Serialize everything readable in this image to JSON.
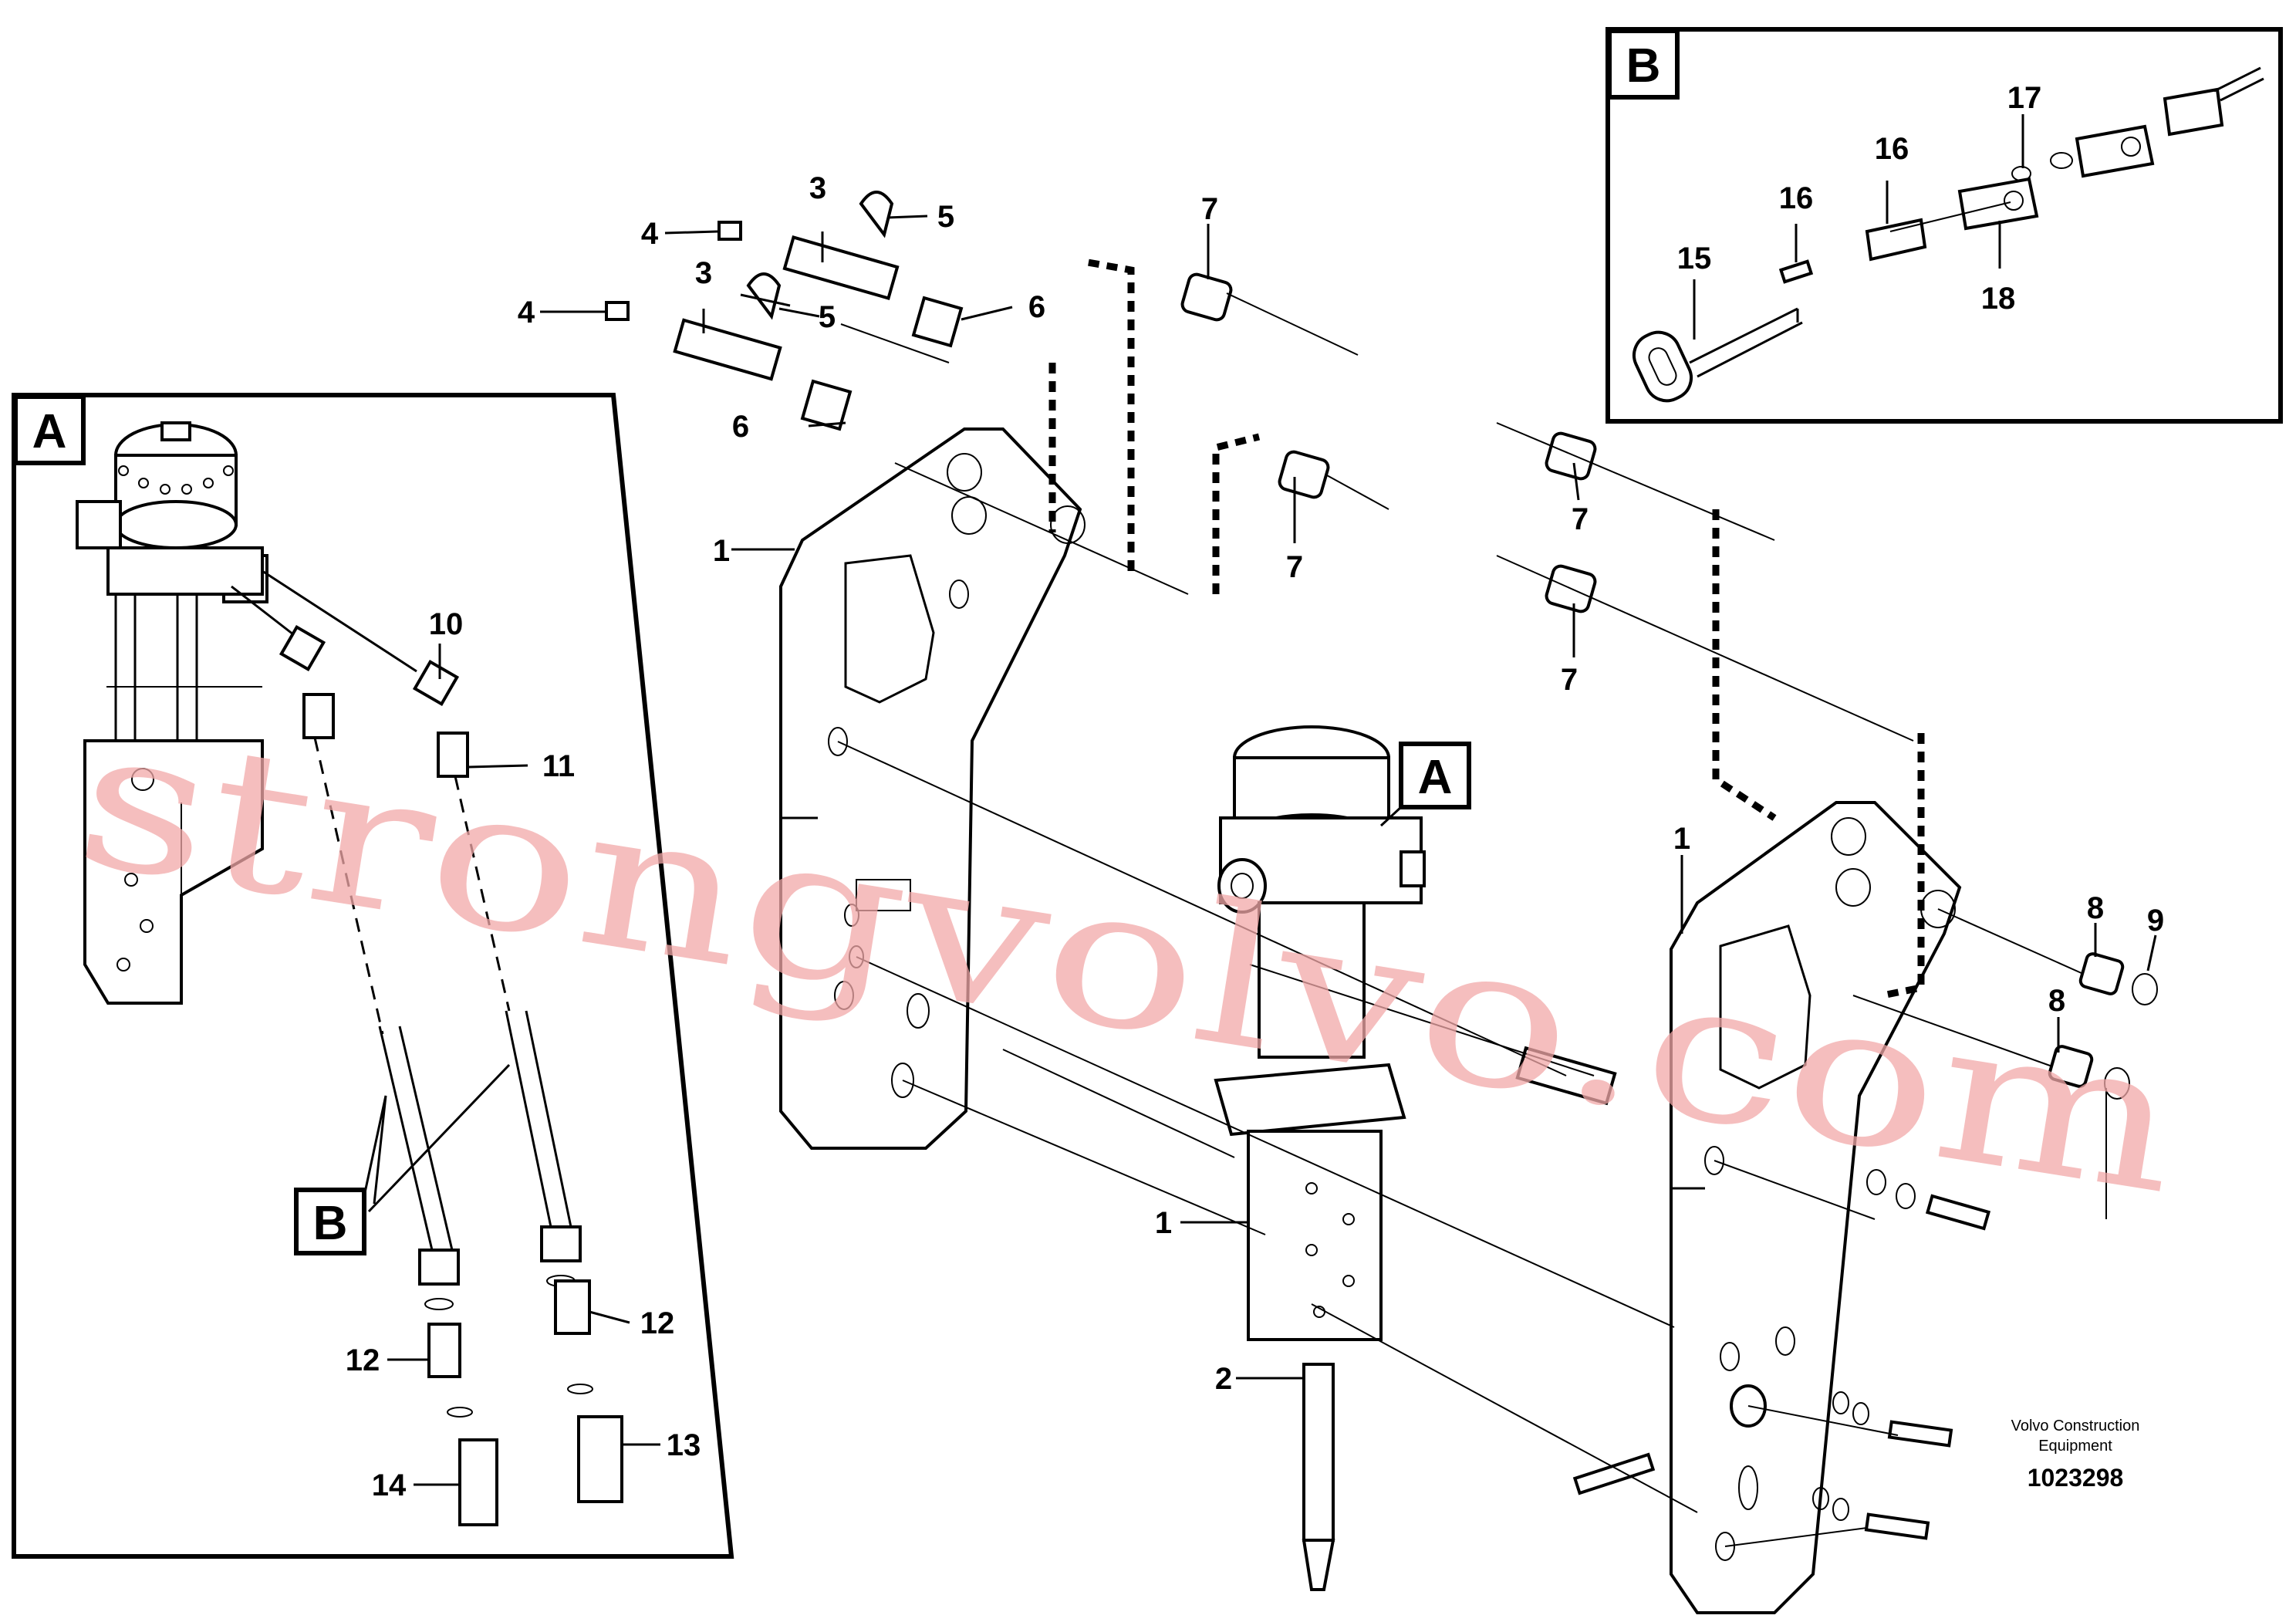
{
  "diagram": {
    "callouts": {
      "c1_left": "1",
      "c1_center": "1",
      "c1_right": "1",
      "c2": "2",
      "c3_upper": "3",
      "c3_lower": "3",
      "c4_upper": "4",
      "c4_lower": "4",
      "c5_upper": "5",
      "c5_lower": "5",
      "c6_upper": "6",
      "c6_lower": "6",
      "c7_top": "7",
      "c7_mid": "7",
      "c7_right_a": "7",
      "c7_right_b": "7",
      "c8_upper": "8",
      "c8_lower": "8",
      "c9": "9",
      "c10": "10",
      "c11": "11",
      "c12_left": "12",
      "c12_right": "12",
      "c13": "13",
      "c14": "14",
      "c15": "15",
      "c16_upper": "16",
      "c16_lower": "16",
      "c17": "17",
      "c18": "18"
    },
    "boxes": {
      "detail_a_label": "A",
      "detail_b_label": "B",
      "ref_a_label": "A",
      "ref_b_label": "B"
    },
    "footer": {
      "brand_line1": "Volvo Construction",
      "brand_line2": "Equipment",
      "drawing_number": "1023298"
    },
    "watermark": "strongvolvo.com"
  }
}
